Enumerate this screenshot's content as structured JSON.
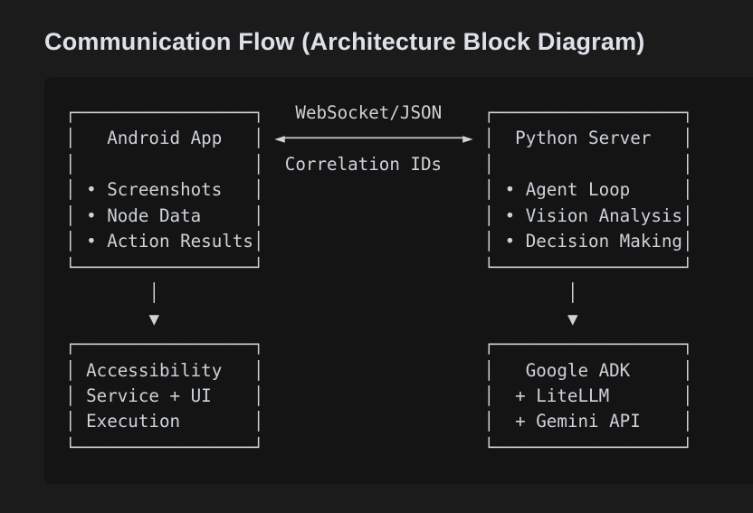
{
  "title": "Communication Flow (Architecture Block Diagram)",
  "colors": {
    "page_bg": "#1b1b1b",
    "panel_bg": "#141414",
    "diagram_text": "#ced3da",
    "title_text": "#dde2e9"
  },
  "diagram": {
    "channel_label": "WebSocket/JSON",
    "channel_sublabel": "Correlation IDs",
    "bidirectional_arrow": "◄─────────────────►",
    "down_connector": [
      "│",
      "▼"
    ],
    "boxes": {
      "android_app": {
        "title": "Android App",
        "items": [
          "Screenshots",
          "Node Data",
          "Action Results"
        ],
        "ascii": [
          "┌─────────────────┐",
          "│   Android App   │",
          "│                 │",
          "│ • Screenshots   │",
          "│ • Node Data     │",
          "│ • Action Results│",
          "└─────────────────┘"
        ]
      },
      "python_server": {
        "title": "Python Server",
        "items": [
          "Agent Loop",
          "Vision Analysis",
          "Decision Making"
        ],
        "ascii": [
          "┌──────────────────┐",
          "│  Python Server   │",
          "│                  │",
          "│ • Agent Loop     │",
          "│ • Vision Analysis│",
          "│ • Decision Making│",
          "└──────────────────┘"
        ]
      },
      "accessibility_service": {
        "lines": [
          "Accessibility",
          "Service + UI",
          "Execution"
        ],
        "ascii": [
          "┌─────────────────┐",
          "│ Accessibility   │",
          "│ Service + UI    │",
          "│ Execution       │",
          "└─────────────────┘"
        ]
      },
      "google_adk": {
        "lines": [
          "Google ADK",
          "+ LiteLLM",
          "+ Gemini API"
        ],
        "ascii": [
          "┌──────────────────┐",
          "│   Google ADK     │",
          "│  + LiteLLM       │",
          "│  + Gemini API    │",
          "└──────────────────┘"
        ]
      }
    }
  }
}
